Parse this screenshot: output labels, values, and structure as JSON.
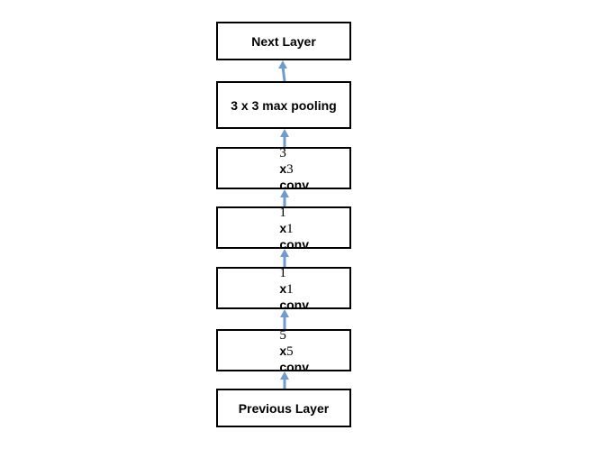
{
  "diagram": {
    "layers": [
      {
        "id": "next-layer",
        "label": "Next Layer",
        "style": "plain"
      },
      {
        "id": "max-pool",
        "label": "3 x 3 max pooling",
        "style": "plain"
      },
      {
        "id": "conv-3x3",
        "label": "3  x 3  conv",
        "style": "conv",
        "a": "3",
        "x": "x",
        "b": "3",
        "op": "conv"
      },
      {
        "id": "conv-1x1-upper",
        "label": "1  x 1  conv",
        "style": "conv",
        "a": "1",
        "x": "x",
        "b": "1",
        "op": "conv"
      },
      {
        "id": "conv-1x1-lower",
        "label": "1  x 1  conv",
        "style": "conv",
        "a": "1",
        "x": "x",
        "b": "1",
        "op": "conv"
      },
      {
        "id": "conv-5x5",
        "label": "5  x 5  conv",
        "style": "conv",
        "a": "5",
        "x": "x",
        "b": "5",
        "op": "conv"
      },
      {
        "id": "previous-layer",
        "label": "Previous Layer",
        "style": "plain"
      }
    ],
    "colors": {
      "box_border": "#000000",
      "arrow": "#6f9bcf",
      "text": "#000000"
    }
  }
}
